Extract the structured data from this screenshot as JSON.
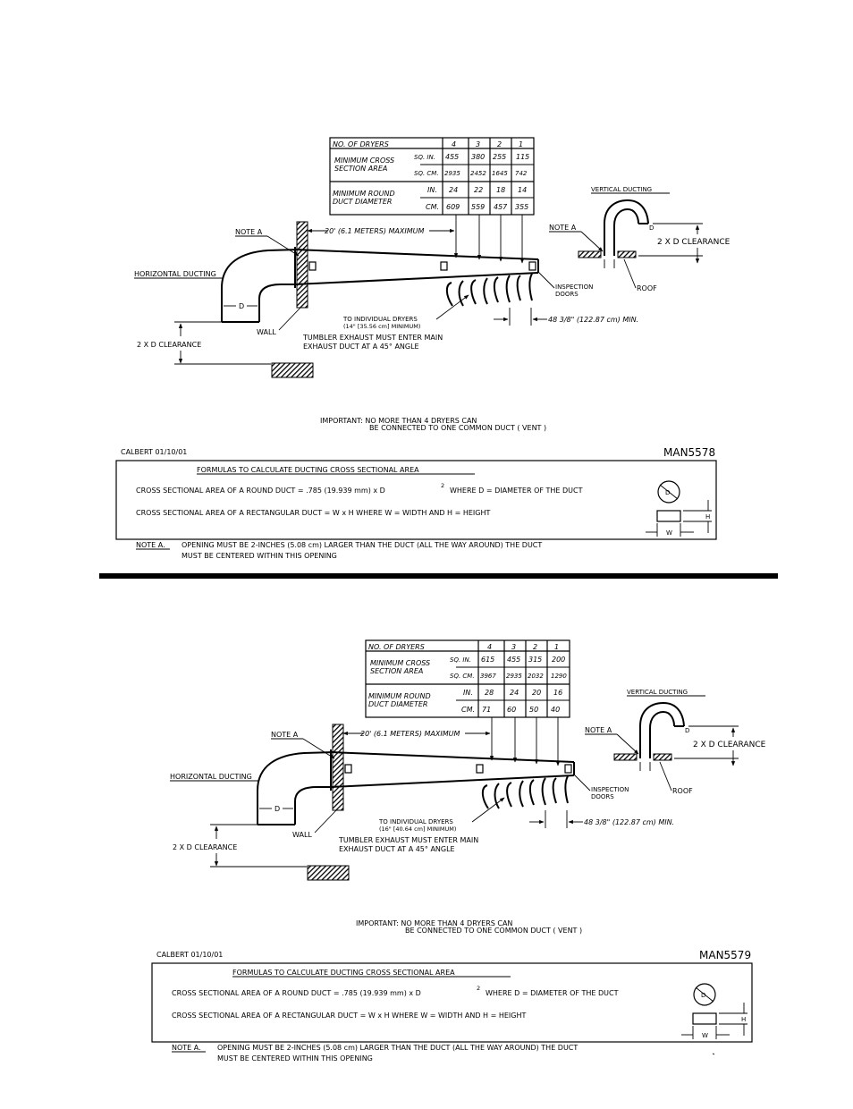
{
  "diagrams": [
    {
      "table": {
        "header_label": "NO. OF DRYERS",
        "cols": [
          "4",
          "3",
          "2",
          "1"
        ],
        "area_label_1": "MINIMUM CROSS",
        "area_label_2": "SECTION AREA",
        "sqin_unit": "SQ. IN.",
        "sqin_values": [
          "455",
          "380",
          "255",
          "115"
        ],
        "sqcm_unit": "SQ. CM.",
        "sqcm_values": [
          "2935",
          "2452",
          "1645",
          "742"
        ],
        "diam_label_1": "MINIMUM ROUND",
        "diam_label_2": "DUCT DIAMETER",
        "in_unit": "IN.",
        "in_values": [
          "24",
          "22",
          "18",
          "14"
        ],
        "cm_unit": "CM.",
        "cm_values": [
          "609",
          "559",
          "457",
          "355"
        ]
      },
      "labels": {
        "vertical_ducting": "VERTICAL DUCTING",
        "note_a_left": "NOTE A",
        "note_a_right": "NOTE A",
        "max_length": "20' (6.1 METERS) MAXIMUM",
        "clearance_right": "2 X D CLEARANCE",
        "horizontal_ducting": "HORIZONTAL DUCTING",
        "d_left": "D",
        "d_right": "D",
        "inspection_1": "INSPECTION",
        "inspection_2": "DOORS",
        "roof": "ROOF",
        "to_dryers_1": "TO INDIVIDUAL DRYERS",
        "to_dryers_2": "(14\" [35.56 cm] MINIMUM)",
        "spacing": "48 3/8\" (122.87 cm) MIN.",
        "wall": "WALL",
        "exhaust_1": "TUMBLER EXHAUST MUST ENTER MAIN",
        "exhaust_2": "EXHAUST DUCT AT A 45° ANGLE",
        "clearance_left": "2 X D CLEARANCE",
        "important_1": "IMPORTANT: NO MORE THAN 4 DRYERS CAN",
        "important_2": "BE CONNECTED TO ONE COMMON DUCT ( VENT )"
      },
      "footer": {
        "author": "CALBERT 01/10/01",
        "code": "MAN5578"
      },
      "formula": {
        "title": "FORMULAS TO CALCULATE DUCTING CROSS SECTIONAL AREA",
        "round_pre": "CROSS SECTIONAL AREA OF A ROUND DUCT = .785 (19.939 mm) x D",
        "round_exp": "2",
        "round_post": "WHERE D = DIAMETER OF THE DUCT",
        "rect": "CROSS SECTIONAL AREA OF A RECTANGULAR DUCT = W x H   WHERE W = WIDTH AND H = HEIGHT",
        "d_sym": "D",
        "h_sym": "H",
        "w_sym": "W",
        "note_label": "NOTE A.",
        "note_1": "OPENING MUST BE 2-INCHES (5.08 cm) LARGER THAN THE DUCT (ALL THE WAY AROUND) THE DUCT",
        "note_2": "MUST BE CENTERED WITHIN THIS OPENING"
      }
    },
    {
      "table": {
        "header_label": "NO. OF DRYERS",
        "cols": [
          "4",
          "3",
          "2",
          "1"
        ],
        "area_label_1": "MINIMUM CROSS",
        "area_label_2": "SECTION AREA",
        "sqin_unit": "SQ. IN.",
        "sqin_values": [
          "615",
          "455",
          "315",
          "200"
        ],
        "sqcm_unit": "SQ. CM.",
        "sqcm_values": [
          "3967",
          "2935",
          "2032",
          "1290"
        ],
        "diam_label_1": "MINIMUM ROUND",
        "diam_label_2": "DUCT DIAMETER",
        "in_unit": "IN.",
        "in_values": [
          "28",
          "24",
          "20",
          "16"
        ],
        "cm_unit": "CM.",
        "cm_values": [
          "71",
          "60",
          "50",
          "40"
        ]
      },
      "labels": {
        "vertical_ducting": "VERTICAL DUCTING",
        "note_a_left": "NOTE A",
        "note_a_right": "NOTE A",
        "max_length": "20' (6.1 METERS) MAXIMUM",
        "clearance_right": "2 X D CLEARANCE",
        "horizontal_ducting": "HORIZONTAL DUCTING",
        "d_left": "D",
        "d_right": "D",
        "inspection_1": "INSPECTION",
        "inspection_2": "DOORS",
        "roof": "ROOF",
        "to_dryers_1": "TO INDIVIDUAL DRYERS",
        "to_dryers_2": "(16\" [40.64 cm] MINIMUM)",
        "spacing": "48 3/8\" (122.87 cm) MIN.",
        "wall": "WALL",
        "exhaust_1": "TUMBLER EXHAUST MUST ENTER MAIN",
        "exhaust_2": "EXHAUST DUCT AT A 45° ANGLE",
        "clearance_left": "2 X D CLEARANCE",
        "important_1": "IMPORTANT: NO MORE THAN 4 DRYERS CAN",
        "important_2": "BE CONNECTED TO ONE COMMON DUCT ( VENT )"
      },
      "footer": {
        "author": "CALBERT 01/10/01",
        "code": "MAN5579"
      },
      "formula": {
        "title": "FORMULAS TO CALCULATE DUCTING CROSS SECTIONAL AREA",
        "round_pre": "CROSS SECTIONAL AREA OF A ROUND DUCT = .785 (19.939 mm) x D",
        "round_exp": "2",
        "round_post": "WHERE D = DIAMETER OF THE DUCT",
        "rect": "CROSS SECTIONAL AREA OF A RECTANGULAR DUCT = W x H   WHERE W = WIDTH AND H = HEIGHT",
        "d_sym": "D",
        "h_sym": "H",
        "w_sym": "W",
        "note_label": "NOTE A.",
        "note_1": "OPENING MUST BE 2-INCHES (5.08 cm) LARGER THAN THE DUCT (ALL THE WAY AROUND) THE DUCT",
        "note_2": "MUST BE CENTERED WITHIN THIS OPENING"
      }
    }
  ]
}
